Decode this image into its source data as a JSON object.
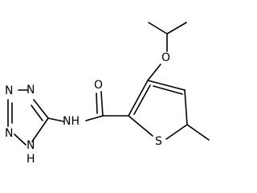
{
  "molecule": {
    "atoms": {
      "oxygen_ether": "O",
      "oxygen_carbonyl": "O",
      "sulfur": "S",
      "nitrogen_amide": "NH",
      "nitrogen_ring_1": "N",
      "nitrogen_ring_2": "N",
      "nitrogen_ring_3": "N",
      "nitrogen_ring_h": "N",
      "hydrogen_ring": "H"
    }
  },
  "colors": {
    "bond": "#000000",
    "background": "#ffffff"
  }
}
